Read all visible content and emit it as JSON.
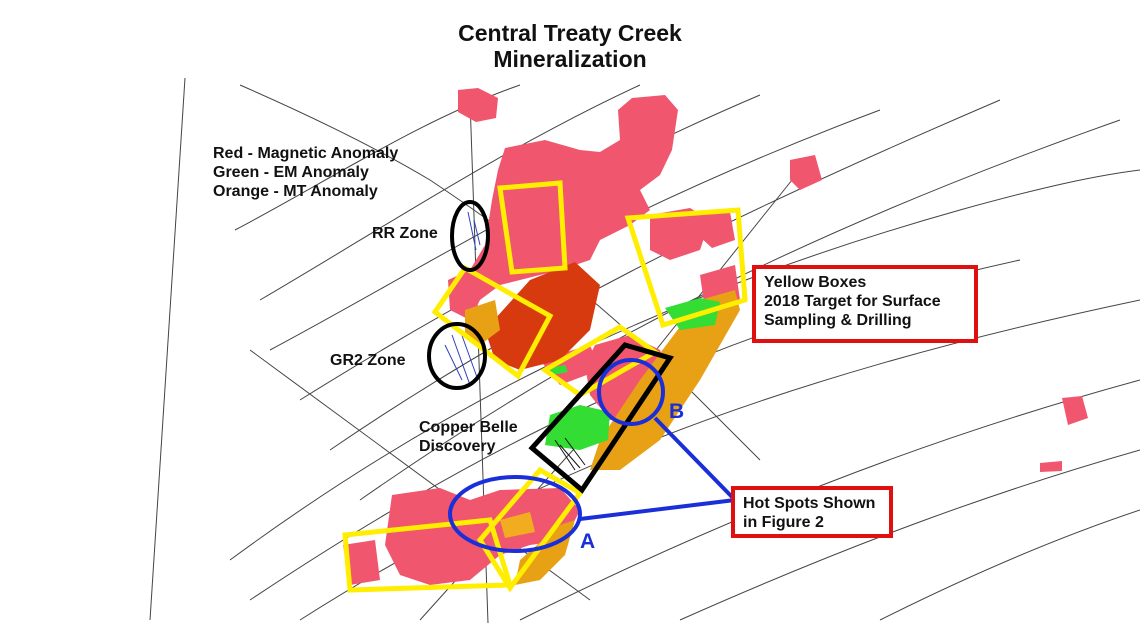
{
  "title": {
    "line1": "Central Treaty Creek",
    "line2": "Mineralization"
  },
  "legend": {
    "items": [
      {
        "label": "Red - Magnetic Anomaly",
        "color": "#f0566e"
      },
      {
        "label": "Green - EM Anomaly",
        "color": "#33dd33"
      },
      {
        "label": "Orange - MT Anomaly",
        "color": "#f0a010"
      }
    ]
  },
  "zones": {
    "rr": "RR Zone",
    "gr2": "GR2 Zone",
    "copper_belle_line1": "Copper Belle",
    "copper_belle_line2": "Discovery"
  },
  "callouts": {
    "yellow_boxes": {
      "line1": "Yellow Boxes",
      "line2": "2018 Target for Surface",
      "line3": "Sampling & Drilling"
    },
    "hot_spots": {
      "line1": "Hot Spots Shown",
      "line2": "in Figure 2"
    }
  },
  "hot_spot_labels": {
    "a": "A",
    "b": "B"
  },
  "colors": {
    "magnetic": "#f0566e",
    "em": "#33dd33",
    "mt": "#f0a010",
    "target_box": "#ffee00",
    "callout_border": "#e01010",
    "hot_spot_outline": "#1a2fd8",
    "zone_outline": "#000000"
  }
}
